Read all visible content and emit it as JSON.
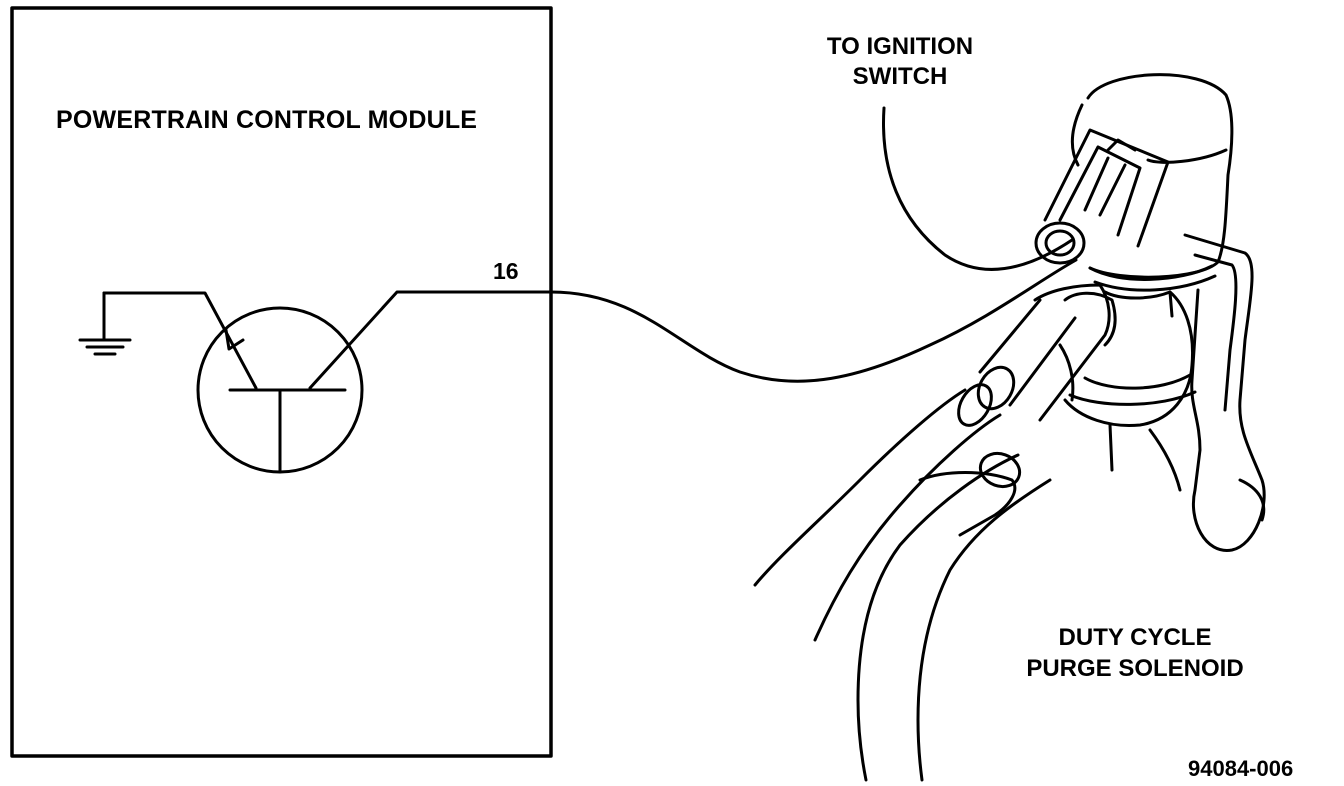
{
  "module": {
    "title": "POWERTRAIN CONTROL MODULE",
    "pin_number": "16"
  },
  "ignition": {
    "line1": "TO IGNITION",
    "line2": "SWITCH"
  },
  "solenoid": {
    "line1": "DUTY CYCLE",
    "line2": "PURGE SOLENOID"
  },
  "figure_ref": "94084-006",
  "colors": {
    "ink": "#000000",
    "paper": "#ffffff"
  }
}
